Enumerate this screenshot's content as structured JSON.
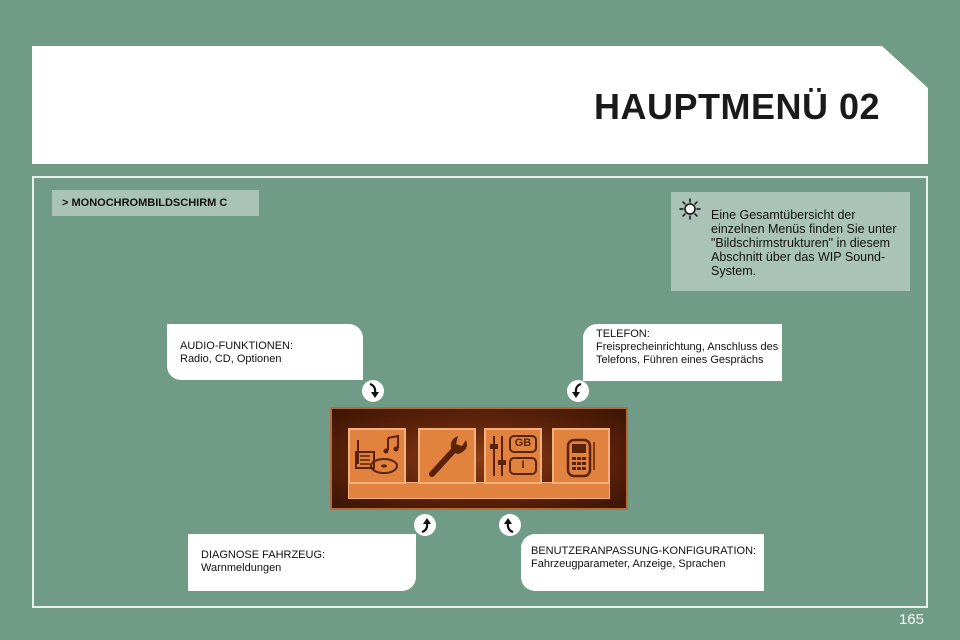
{
  "header": {
    "title": "HAUPTMENÜ 02"
  },
  "section": {
    "tag": "> MONOCHROMBILDSCHIRM C"
  },
  "info": {
    "icon": "lightbulb-icon",
    "text": "Eine Gesamtübersicht der einzelnen Menüs finden Sie unter \"Bildschirmstrukturen\" in diesem Abschnitt über das WIP Sound-System."
  },
  "callouts": {
    "audio": {
      "title": "AUDIO-FUNKTIONEN:",
      "body": "Radio, CD, Optionen"
    },
    "telefon": {
      "title": "TELEFON:",
      "body": "Freisprecheinrichtung, Anschluss des Telefons, Führen eines Gesprächs"
    },
    "diagnose": {
      "title": "DIAGNOSE FAHRZEUG:",
      "body": "Warnmeldungen"
    },
    "benutzer": {
      "title": "BENUTZERANPASSUNG-KONFIGURATION:",
      "body": "Fahrzeugparameter, Anzeige, Sprachen"
    }
  },
  "screen": {
    "icons": [
      "audio-icon",
      "wrench-icon",
      "settings-language-icon",
      "phone-icon"
    ],
    "lang_top": "GB",
    "lang_bottom": "I"
  },
  "colors": {
    "background": "#6f9b87",
    "panel": "#a9c4b7",
    "lcd_orange": "#e1823e"
  },
  "page": {
    "number": "165"
  }
}
